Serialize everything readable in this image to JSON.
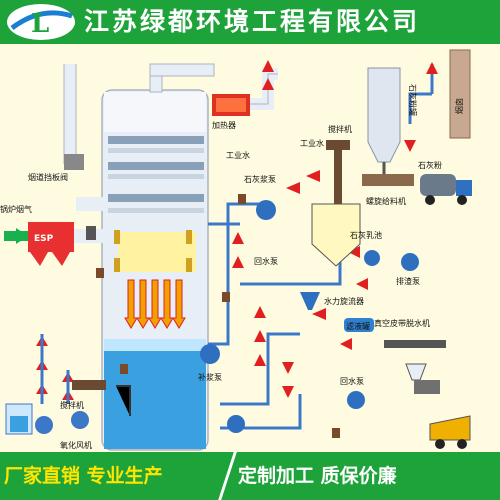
{
  "header": {
    "company_name": "江苏绿都环境工程有限公司",
    "logo_letter": "L",
    "colors": {
      "bar": "#1da33a",
      "logo_bg": "#ffffff",
      "logo_swoosh": "#1a7fd0"
    }
  },
  "diagram": {
    "labels": {
      "heater": "加热器",
      "process_water_top": "工业水",
      "stirrer_top": "搅拌机",
      "process_water_right": "工业水",
      "lime_silo": "石灰粉罐",
      "chimney": "烟囱",
      "flue_baffle": "烟道挡板阀",
      "boiler_flue_gas": "锅炉烟气",
      "esp": "ESP",
      "lime_slurry_pump": "石灰浆泵",
      "screw_feeder": "螺旋给料机",
      "lime_truck": "石灰粉",
      "lime_slurry_tank": "石灰乳池",
      "return_pump_1": "回水泵",
      "drain_pump": "排渣泵",
      "hydrocyclone": "水力旋流器",
      "filtrate_tank": "滤液罐",
      "vacuum_belt": "真空皮带脱水机",
      "makeup_pump": "补浆泵",
      "return_pump_2": "回水泵",
      "stirrer_bottom": "搅拌机",
      "oxidation_fan": "氧化风机"
    },
    "colors": {
      "tower": "#e8eef5",
      "water": "#3aa0e0",
      "pipe": "#3c78c8",
      "arrow": "#e02020",
      "esp": "#e83030",
      "chimney": "#c8a890"
    }
  },
  "footer": {
    "slogan_left": "厂家直销 专业生产",
    "slogan_right": "定制加工 质保价廉",
    "colors": {
      "bar": "#1da33a",
      "left_text": "#ffe500",
      "right_text": "#ffffff"
    }
  }
}
